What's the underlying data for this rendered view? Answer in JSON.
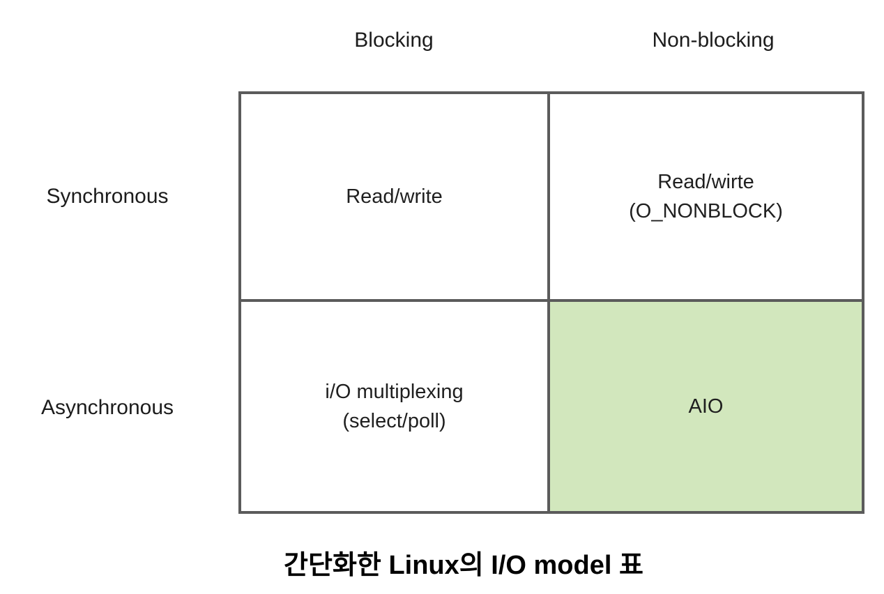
{
  "matrix": {
    "col_headers": [
      "Blocking",
      "Non-blocking"
    ],
    "row_headers": [
      "Synchronous",
      "Asynchronous"
    ],
    "cells": [
      {
        "row": "Synchronous",
        "col": "Blocking",
        "lines": [
          "Read/write"
        ],
        "highlighted": false
      },
      {
        "row": "Synchronous",
        "col": "Non-blocking",
        "lines": [
          "Read/wirte",
          "(O_NONBLOCK)"
        ],
        "highlighted": false
      },
      {
        "row": "Asynchronous",
        "col": "Blocking",
        "lines": [
          "i/O multiplexing",
          "(select/poll)"
        ],
        "highlighted": false
      },
      {
        "row": "Asynchronous",
        "col": "Non-blocking",
        "lines": [
          "AIO"
        ],
        "highlighted": true
      }
    ],
    "border_color": "#5b5b5b",
    "highlight_color": "#d2e7bd"
  },
  "caption": "간단화한 Linux의 I/O model 표"
}
